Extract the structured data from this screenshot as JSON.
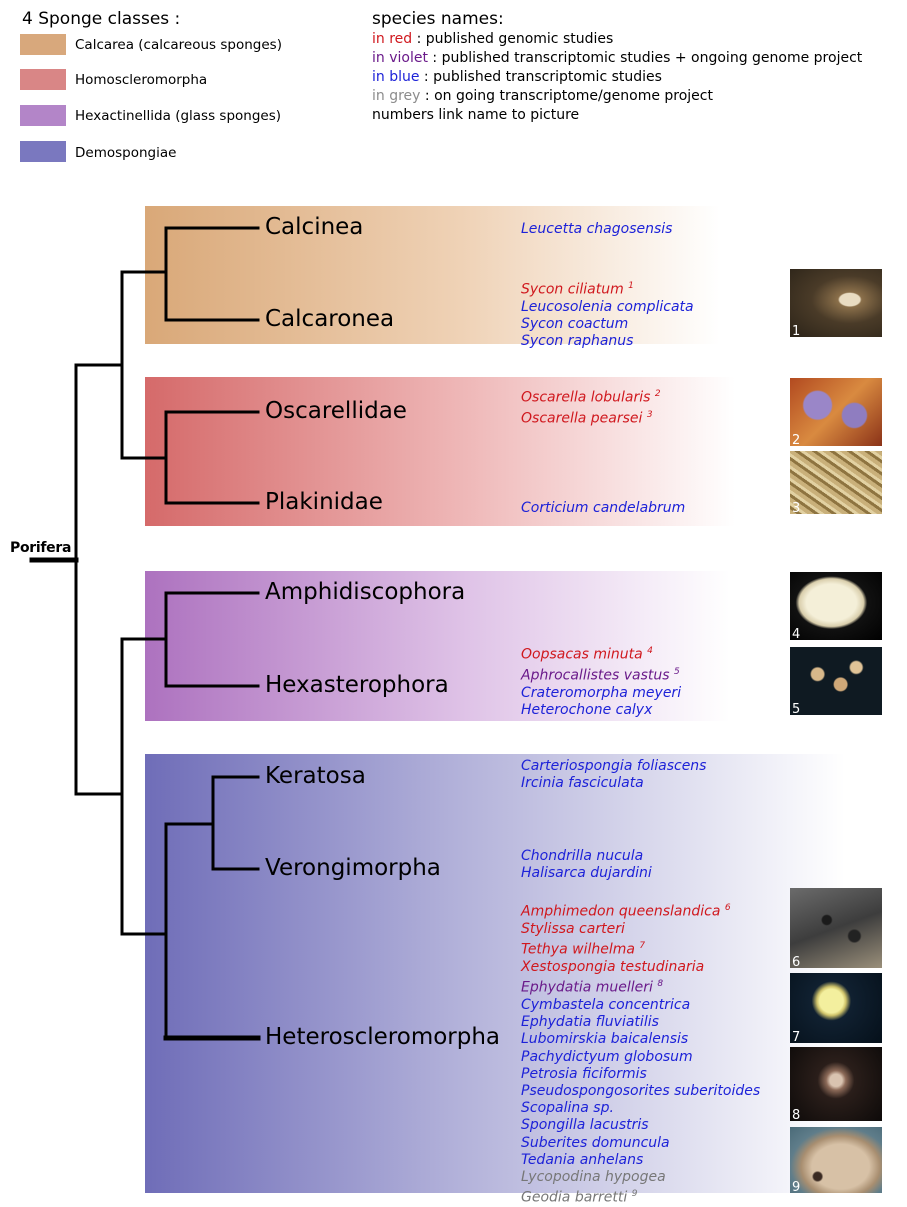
{
  "legend": {
    "title": "4 Sponge classes :",
    "classes": [
      {
        "label": "Calcarea (calcareous sponges)",
        "color": "#d8a87c"
      },
      {
        "label": "Homoscleromorpha",
        "color": "#d98686"
      },
      {
        "label": "Hexactinellida (glass sponges)",
        "color": "#b385c8"
      },
      {
        "label": "Demospongiae",
        "color": "#7a78bf"
      }
    ]
  },
  "key": {
    "title": "species names:",
    "lines": [
      {
        "prefix": "in red",
        "text": " : published genomic studies",
        "color": "#d0181e"
      },
      {
        "prefix": "in violet",
        "text": " : published transcriptomic studies + ongoing genome project",
        "color": "#6a1a8a"
      },
      {
        "prefix": "in blue",
        "text": " : published transcriptomic studies",
        "color": "#1d22d8"
      },
      {
        "prefix": "in grey",
        "text": " : on going transcriptome/genome project",
        "color": "#8c8c8c"
      },
      {
        "prefix": "",
        "text": "numbers link name to picture",
        "color": "#000000"
      }
    ]
  },
  "tree": {
    "root_label": "Porifera",
    "clades": [
      {
        "name": "Calcinea"
      },
      {
        "name": "Calcaronea"
      },
      {
        "name": "Oscarellidae"
      },
      {
        "name": "Plakinidae"
      },
      {
        "name": "Amphidiscophora"
      },
      {
        "name": "Hexasterophora"
      },
      {
        "name": "Keratosa"
      },
      {
        "name": "Verongimorpha"
      },
      {
        "name": "Heteroscleromorpha"
      }
    ]
  },
  "colors": {
    "red": "#d0181e",
    "violet": "#6a1a8a",
    "blue": "#1d22d8",
    "grey": "#777777"
  },
  "species_groups": [
    [
      {
        "name": "Leucetta chagosensis",
        "color": "blue"
      }
    ],
    [
      {
        "name": "Sycon ciliatum",
        "color": "red",
        "ref": "1"
      },
      {
        "name": "Leucosolenia complicata",
        "color": "blue"
      },
      {
        "name": "Sycon coactum",
        "color": "blue"
      },
      {
        "name": "Sycon raphanus",
        "color": "blue"
      }
    ],
    [
      {
        "name": "Oscarella lobularis",
        "color": "red",
        "ref": "2"
      },
      {
        "name": "Oscarella pearsei",
        "color": "red",
        "ref": "3"
      }
    ],
    [
      {
        "name": "Corticium candelabrum",
        "color": "blue"
      }
    ],
    [
      {
        "name": "Oopsacas minuta",
        "color": "red",
        "ref": "4"
      },
      {
        "name": "Aphrocallistes vastus",
        "color": "violet",
        "ref": "5"
      },
      {
        "name": "Crateromorpha meyeri",
        "color": "blue"
      },
      {
        "name": "Heterochone calyx",
        "color": "blue"
      }
    ],
    [
      {
        "name": "Carteriospongia foliascens",
        "color": "blue"
      },
      {
        "name": "Ircinia fasciculata",
        "color": "blue"
      }
    ],
    [
      {
        "name": "Chondrilla nucula",
        "color": "blue"
      },
      {
        "name": "Halisarca dujardini",
        "color": "blue"
      }
    ],
    [
      {
        "name": "Amphimedon queenslandica",
        "color": "red",
        "ref": "6"
      },
      {
        "name": "Stylissa carteri",
        "color": "red"
      },
      {
        "name": "Tethya wilhelma",
        "color": "red",
        "ref": "7"
      },
      {
        "name": "Xestospongia testudinaria",
        "color": "red"
      },
      {
        "name": "Ephydatia muelleri",
        "color": "violet",
        "ref": "8"
      },
      {
        "name": "Cymbastela concentrica",
        "color": "blue"
      },
      {
        "name": "Ephydatia fluviatilis",
        "color": "blue"
      },
      {
        "name": "Lubomirskia baicalensis",
        "color": "blue"
      },
      {
        "name": "Pachydictyum globosum",
        "color": "blue"
      },
      {
        "name": "Petrosia ficiformis",
        "color": "blue"
      },
      {
        "name": "Pseudospongosorites suberitoides",
        "color": "blue"
      },
      {
        "name": "Scopalina sp.",
        "color": "blue"
      },
      {
        "name": "Spongilla lacustris",
        "color": "blue"
      },
      {
        "name": "Suberites domuncula",
        "color": "blue"
      },
      {
        "name": "Tedania anhelans",
        "color": "blue"
      },
      {
        "name": "Lycopodina hypogea",
        "color": "grey"
      },
      {
        "name": "Geodia barretti",
        "color": "grey",
        "ref": "9"
      }
    ]
  ],
  "photos": [
    {
      "num": "1",
      "subject": "calcareous-sponge-photo"
    },
    {
      "num": "2",
      "subject": "oscarella-lobularis-photo"
    },
    {
      "num": "3",
      "subject": "oscarella-pearsei-photo"
    },
    {
      "num": "4",
      "subject": "oopsacas-minuta-photo"
    },
    {
      "num": "5",
      "subject": "aphrocallistes-vastus-photo"
    },
    {
      "num": "6",
      "subject": "amphimedon-photo"
    },
    {
      "num": "7",
      "subject": "tethya-photo"
    },
    {
      "num": "8",
      "subject": "ephydatia-photo"
    },
    {
      "num": "9",
      "subject": "geodia-photo"
    }
  ]
}
